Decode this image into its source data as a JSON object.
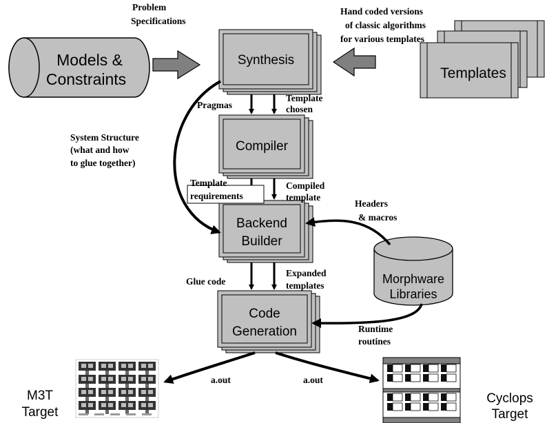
{
  "nodes": {
    "models": {
      "line1": "Models &",
      "line2": "Constraints"
    },
    "templates": {
      "label": "Templates"
    },
    "synthesis": {
      "label": "Synthesis"
    },
    "compiler": {
      "label": "Compiler"
    },
    "backend": {
      "line1": "Backend",
      "line2": "Builder"
    },
    "codegen": {
      "line1": "Code",
      "line2": "Generation"
    },
    "morphware": {
      "line1": "Morphware",
      "line2": "Libraries"
    },
    "m3t": {
      "line1": "M3T",
      "line2": "Target"
    },
    "cyclops": {
      "line1": "Cyclops",
      "line2": "Target"
    }
  },
  "labels": {
    "problem_spec": {
      "line1": "Problem",
      "line2": "Specifications"
    },
    "hand_coded": {
      "line1": "Hand coded versions",
      "line2": "of classic algorithms",
      "line3": "for various templates"
    },
    "pragmas": "Pragmas",
    "template_chosen": {
      "line1": "Template",
      "line2": "chosen"
    },
    "system_structure": {
      "line1": "System Structure",
      "line2": "(what and how",
      "line3": "to glue together)"
    },
    "template_requirements": {
      "line1": "Template",
      "line2": "requirements"
    },
    "compiled_template": {
      "line1": "Compiled",
      "line2": "template"
    },
    "headers_macros": {
      "line1": "Headers",
      "line2": "& macros"
    },
    "glue_code": "Glue code",
    "expanded_templates": {
      "line1": "Expanded",
      "line2": "templates"
    },
    "runtime_routines": {
      "line1": "Runtime",
      "line2": "routines"
    },
    "aout_left": "a.out",
    "aout_right": "a.out"
  },
  "colors": {
    "box_fill": "#c0c0c0",
    "arrow_gray": "#808080",
    "stroke": "#000000"
  }
}
